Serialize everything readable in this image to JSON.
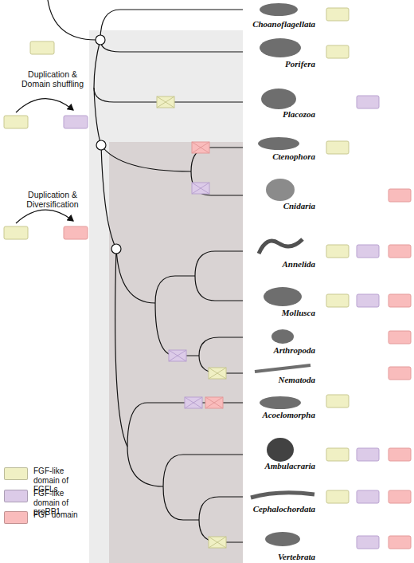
{
  "diagram": {
    "labels": [
      "Duplication & Domain shuffling",
      "Duplication & Diversification",
      "Choanoflagellata",
      "Porifera",
      "Placozoa",
      "Ctenophora",
      "Cnidaria",
      "Annelida",
      "Mollusca",
      "Arthropoda",
      "Nematoda",
      "Acoelomorpha",
      "Ambulacraria",
      "Cephalochordata",
      "Vertebrata"
    ],
    "legend": [
      {
        "text": "FGF-like domain of FGFLs",
        "color": "#f0f0c4"
      },
      {
        "text": "FGF-like domain of proRP1",
        "color": "#dccbe8"
      },
      {
        "text": "FGF domain",
        "color": "#f9bcbc"
      }
    ]
  }
}
